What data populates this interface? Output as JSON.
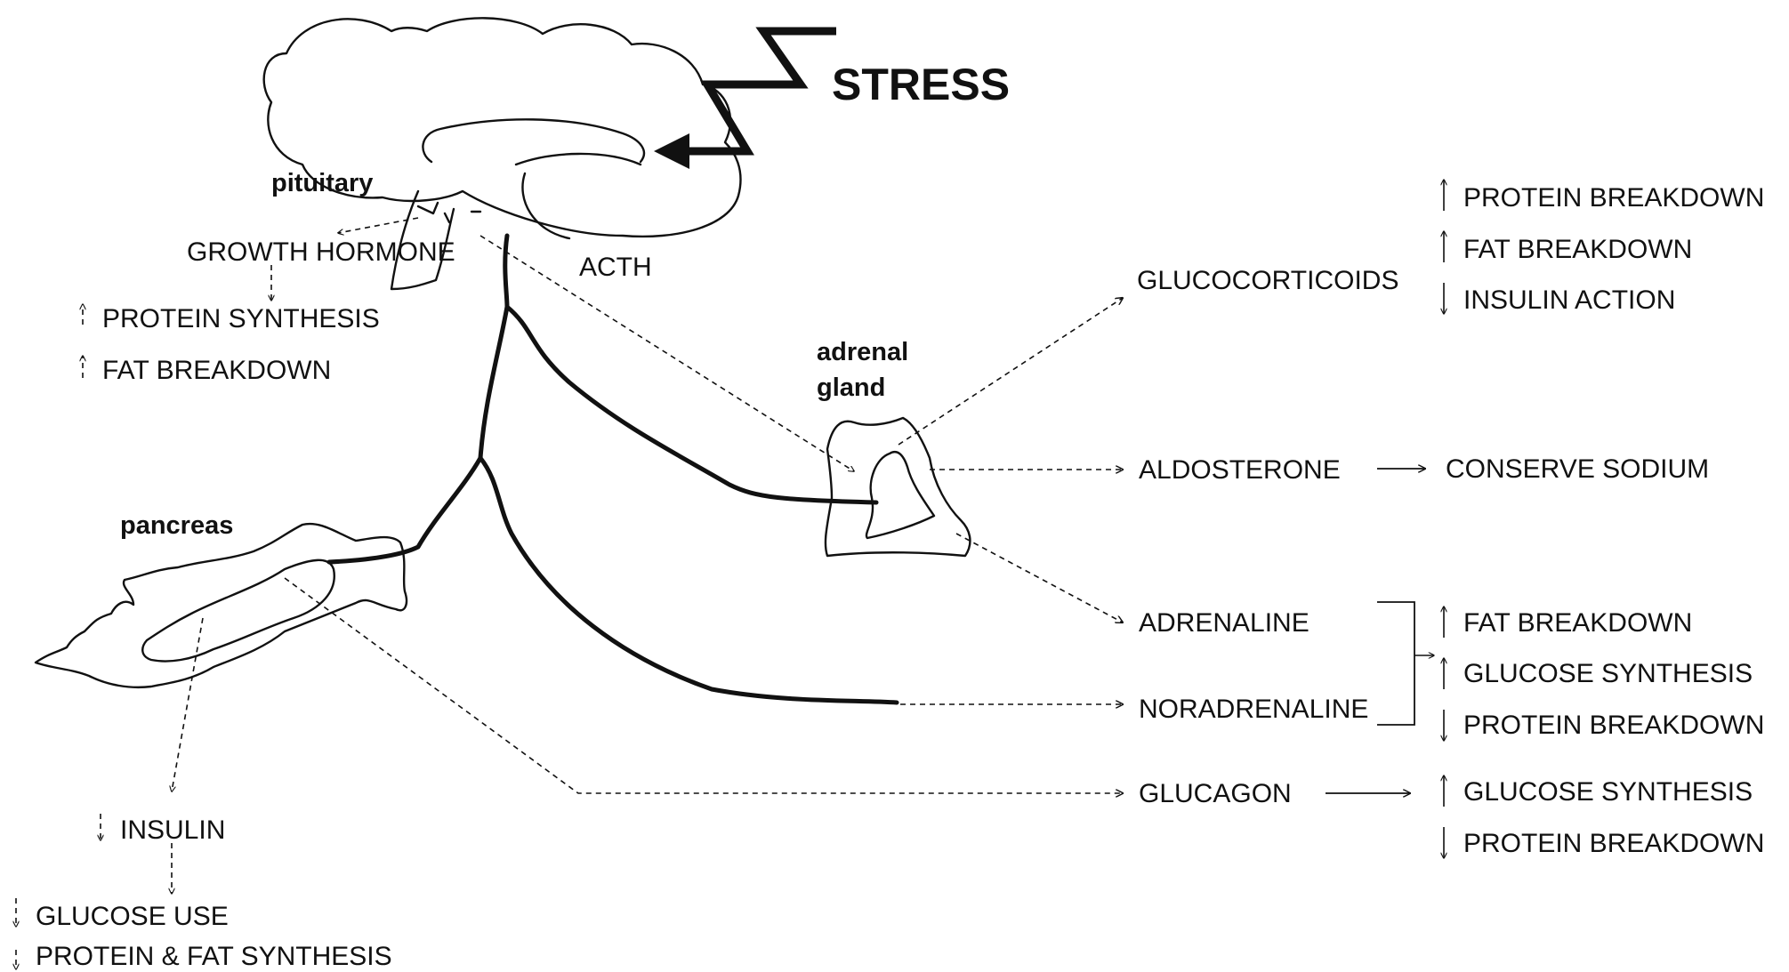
{
  "stress_label": "STRESS",
  "organs": {
    "pituitary": "pituitary",
    "adrenal_line1": "adrenal",
    "adrenal_line2": "gland",
    "pancreas": "pancreas"
  },
  "pituitary_hormones": {
    "growth_hormone": "GROWTH HORMONE",
    "acth": "ACTH"
  },
  "growth_hormone_effects": [
    {
      "direction": "up",
      "text": "PROTEIN SYNTHESIS"
    },
    {
      "direction": "up",
      "text": "FAT BREAKDOWN"
    }
  ],
  "adrenal_outputs": {
    "glucocorticoids": "GLUCOCORTICOIDS",
    "aldosterone": "ALDOSTERONE",
    "adrenaline": "ADRENALINE",
    "noradrenaline": "NORADRENALINE"
  },
  "glucocorticoid_effects": [
    {
      "direction": "up",
      "text": "PROTEIN BREAKDOWN"
    },
    {
      "direction": "up",
      "text": "FAT BREAKDOWN"
    },
    {
      "direction": "down",
      "text": "INSULIN ACTION"
    }
  ],
  "aldosterone_effect": "CONSERVE SODIUM",
  "catecholamine_effects": [
    {
      "direction": "up",
      "text": "FAT BREAKDOWN"
    },
    {
      "direction": "up",
      "text": "GLUCOSE SYNTHESIS"
    },
    {
      "direction": "down",
      "text": "PROTEIN BREAKDOWN"
    }
  ],
  "pancreas_outputs": {
    "glucagon": "GLUCAGON",
    "insulin": "INSULIN"
  },
  "glucagon_effects": [
    {
      "direction": "up",
      "text": "GLUCOSE SYNTHESIS"
    },
    {
      "direction": "down",
      "text": "PROTEIN BREAKDOWN"
    }
  ],
  "insulin_effects": [
    {
      "direction": "down",
      "text": "GLUCOSE USE"
    },
    {
      "direction": "down",
      "text": "PROTEIN & FAT SYNTHESIS"
    }
  ]
}
